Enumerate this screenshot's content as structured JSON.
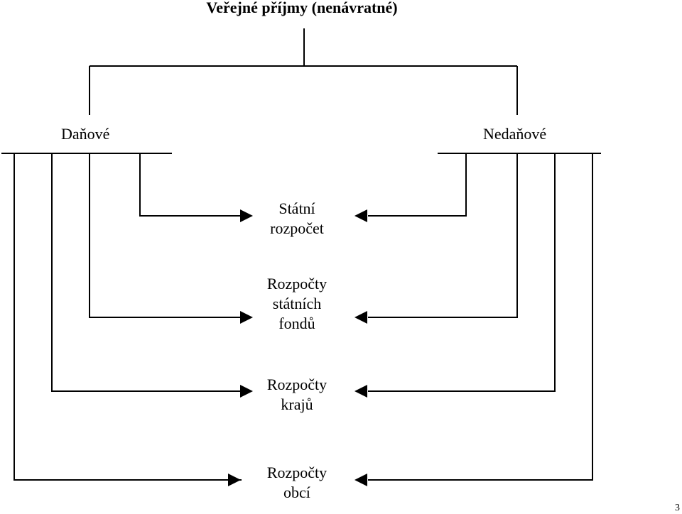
{
  "title": "Veřejné příjmy (nenávratné)",
  "left_category": "Daňové",
  "right_category": "Nedaňové",
  "targets": [
    {
      "line1": "Státní",
      "line2": "rozpočet",
      "line3": ""
    },
    {
      "line1": "Rozpočty",
      "line2": "státních",
      "line3": "fondů"
    },
    {
      "line1": "Rozpočty",
      "line2": "krajů",
      "line3": ""
    },
    {
      "line1": "Rozpočty",
      "line2": "obcí",
      "line3": ""
    }
  ],
  "page_number": "3"
}
